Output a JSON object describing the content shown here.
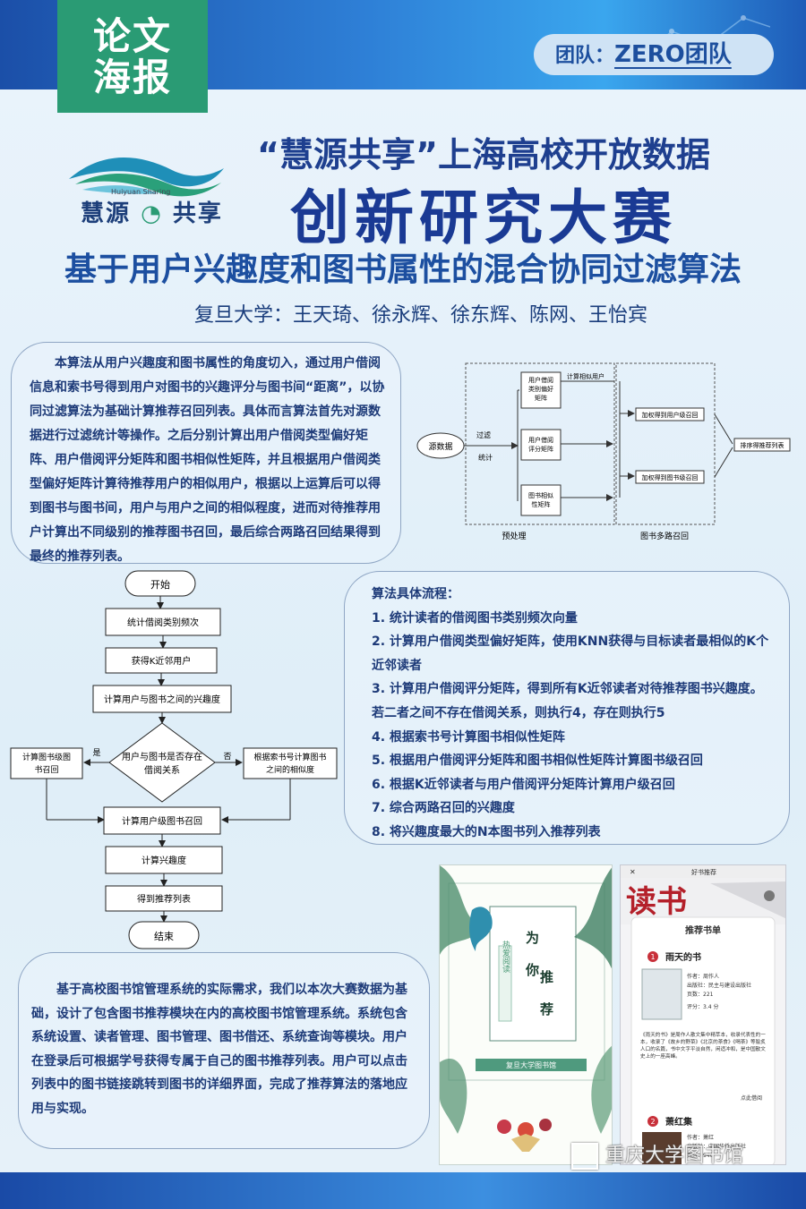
{
  "header": {
    "badge_line1": "论文",
    "badge_line2": "海报",
    "team_label": "团队：",
    "team_name": "ZERO团队"
  },
  "logo": {
    "name": "慧源",
    "name2": "共享",
    "english": "Huiyuan Sharing"
  },
  "title": {
    "line1": "“慧源共享”上海高校开放数据",
    "line2": "创新研究大赛",
    "subtitle": "基于用户兴趣度和图书属性的混合协同过滤算法",
    "authors": "复旦大学：王天琦、徐永辉、徐东辉、陈网、王怡宾"
  },
  "abstract": "本算法从用户兴趣度和图书属性的角度切入，通过用户借阅信息和索书号得到用户对图书的兴趣评分与图书间“距离”，以协同过滤算法为基础计算推荐召回列表。具体而言算法首先对源数据进行过滤统计等操作。之后分别计算出用户借阅类型偏好矩阵、用户借阅评分矩阵和图书相似性矩阵，并且根据用户借阅类型偏好矩阵计算待推荐用户的相似用户，根据以上运算后可以得到图书与图书间，用户与用户之间的相似程度，进而对待推荐用户计算出不同级别的推荐图书召回，最后综合两路召回结果得到最终的推荐列表。",
  "diagram": {
    "source": "源数据",
    "filter": "过滤",
    "stat": "统计",
    "m1": [
      "用户借阅",
      "类别偏好",
      "矩阵"
    ],
    "m2": [
      "用户借阅",
      "评分矩阵"
    ],
    "m3": [
      "图书相似",
      "性矩阵"
    ],
    "similar": "计算相似用户",
    "user_recall": "加权得到用户级召回",
    "book_recall": "加权得到图书级召回",
    "sort": "排序得推荐列表",
    "pre": "预处理",
    "multi": "图书多路召回"
  },
  "flowchart": {
    "start": "开始",
    "s1": "统计借阅类别频次",
    "s2": "获得K近邻用户",
    "s3": "计算用户与图书之间的兴趣度",
    "decision": [
      "用户与图书是否存在",
      "借阅关系"
    ],
    "yes": "是",
    "no": "否",
    "left": [
      "计算图书级图",
      "书召回"
    ],
    "right": [
      "根据索书号计算图书",
      "之间的相似度"
    ],
    "s4": "计算用户级图书召回",
    "s5": "计算兴趣度",
    "s6": "得到推荐列表",
    "end": "结束"
  },
  "steps": {
    "heading": "算法具体流程：",
    "items": [
      "1. 统计读者的借阅图书类别频次向量",
      "2. 计算用户借阅类型偏好矩阵，使用KNN获得与目标读者最相似的K个近邻读者",
      "3. 计算用户借阅评分矩阵，得到所有K近邻读者对待推荐图书兴趣度。若二者之间不存在借阅关系，则执行4，存在则执行5",
      "4. 根据索书号计算图书相似性矩阵",
      "5. 根据用户借阅评分矩阵和图书相似性矩阵计算图书级召回",
      "6. 根据K近邻读者与用户借阅评分矩阵计算用户级召回",
      "7. 综合两路召回的兴趣度",
      "8. 将兴趣度最大的N本图书列入推荐列表"
    ]
  },
  "system": "基于高校图书馆管理系统的实际需求，我们以本次大赛数据为基础，设计了包含图书推荐模块在内的高校图书馆管理系统。系统包含系统设置、读者管理、图书管理、图书借还、系统查询等模块。用户在登录后可根据学号获得专属于自己的图书推荐列表。用户可以点击列表中的图书链接跳转到图书的详细界面，完成了推荐算法的落地应用与实现。",
  "phone1": {
    "c1": "为",
    "c2": "你",
    "c3": "推",
    "c4": "荐",
    "tag": "热爱阅读",
    "banner": "复旦大学图书馆"
  },
  "phone2": {
    "topbar": "好书推荐",
    "close": "✕",
    "hero": "读书",
    "card_title": "推荐书单",
    "book1": {
      "num": "1",
      "title": "雨天的书",
      "author": "作者：周作人",
      "publisher": "出版社：民主与建设出版社",
      "pages": "页数：221",
      "score": "评分：3.4 分"
    },
    "desc": "《雨天的书》是周作人散文集中精萃本，收录代表性的一本，收录了《故乡的野菜》《北京的茶食》《喝茶》等脍炙人口的名篇，书中文字平淡自然，闲适冲和，是中国散文史上的一座高峰。",
    "borrow": "点此借阅",
    "book2": {
      "num": "2",
      "title": "萧红集",
      "author": "作者：萧红",
      "publisher": "出版社：中国华侨出版社",
      "pages": "页数：946"
    }
  },
  "watermark": "重庆大学图书馆",
  "colors": {
    "header": "#2e7fd6",
    "badge": "#2a9b74",
    "title": "#1a3a94",
    "text": "#1d3a78"
  }
}
